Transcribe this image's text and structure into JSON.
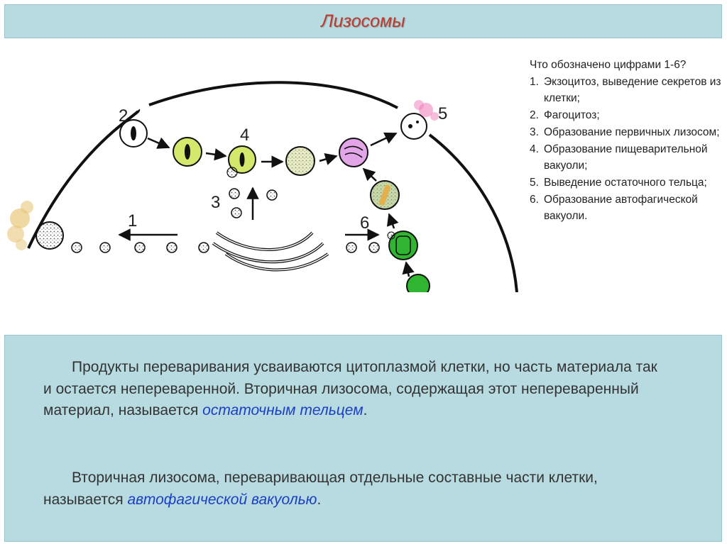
{
  "header": {
    "title": "Лизосомы"
  },
  "diagram": {
    "labels": [
      "1",
      "2",
      "3",
      "4",
      "5",
      "6"
    ]
  },
  "questions": {
    "prompt": "Что обозначено цифрами 1-6?",
    "items": [
      {
        "num": "1.",
        "text": "Экзоцитоз, выведение секретов из клетки;"
      },
      {
        "num": "2.",
        "text": "Фагоцитоз;"
      },
      {
        "num": "3.",
        "text": "Образование первичных лизосом;"
      },
      {
        "num": "4.",
        "text": "Образование пищеварительной вакуоли;"
      },
      {
        "num": "5.",
        "text": "Выведение остаточного тельца;"
      },
      {
        "num": "6.",
        "text": "Образование автофагической вакуоли."
      }
    ]
  },
  "body": {
    "p1_text": "Продукты переваривания усваиваются цитоплазмой клетки, но часть материала так и остается непереваренной. Вторичная лизосома, содержащая этот непереваренный материал, называется ",
    "p1_term": "остаточным тельцем",
    "p1_end": ".",
    "p2_text": "Вторичная лизосома, переваривающая отдельные составные части клетки, называется ",
    "p2_term": "автофагической вакуолью",
    "p2_end": "."
  },
  "colors": {
    "title": "#c0392b",
    "panel_bg": "#b7dbe0",
    "term": "#1a3fc4",
    "vesicle_fill": "#d4e86b",
    "autophagic_green": "#2fb52f",
    "residual_pink": "#f07ab8"
  }
}
